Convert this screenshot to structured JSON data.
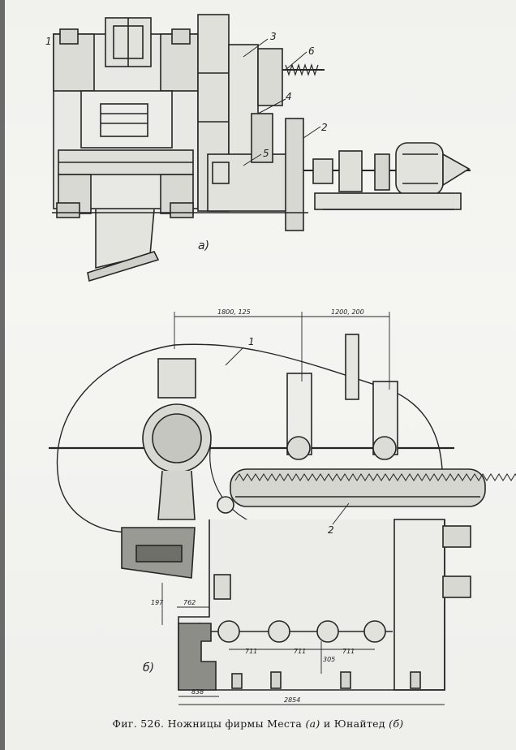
{
  "figure": {
    "caption_prefix": "Фиг. 526.",
    "caption_middle": "Ножницы фирмы Места",
    "caption_tag_a": "(а)",
    "caption_and": "и Юнайтед",
    "caption_tag_b": "(б)"
  },
  "top_drawing": {
    "sub_label": "а)",
    "callouts": [
      "1",
      "2",
      "3",
      "4",
      "5",
      "6"
    ]
  },
  "bottom_drawing": {
    "sub_label": "б)",
    "callouts": [
      "1",
      "2"
    ],
    "dimensions": [
      "1800, 125",
      "1200, 200",
      "762",
      "711",
      "711",
      "711",
      "838",
      "2854",
      "197",
      "305"
    ]
  }
}
